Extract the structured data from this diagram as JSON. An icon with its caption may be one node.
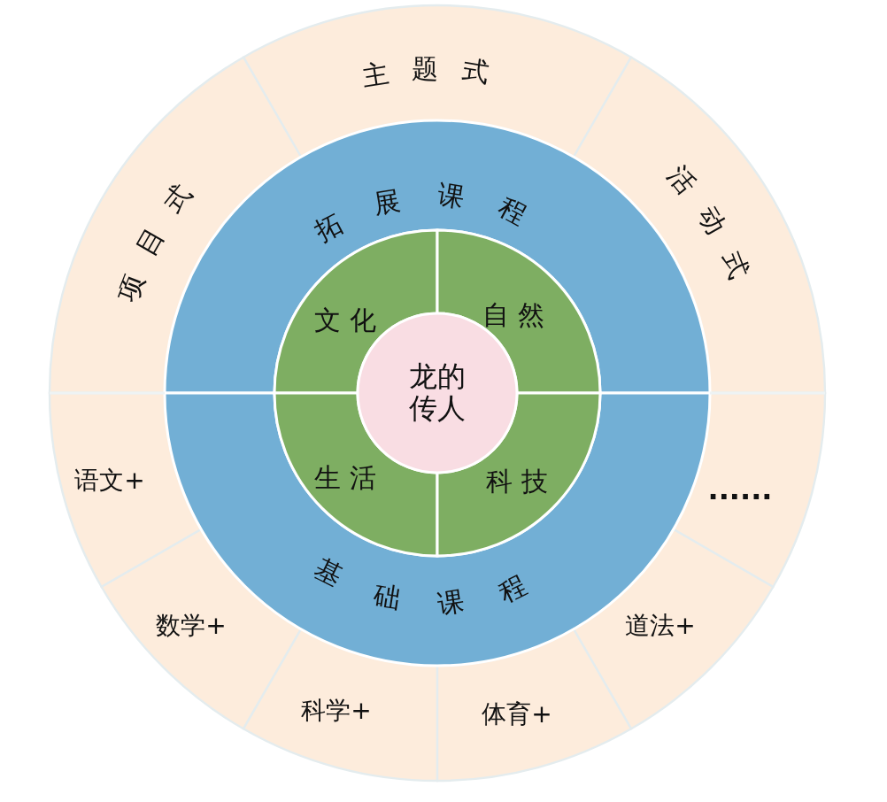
{
  "diagram": {
    "nodes": [
      {
        "text": [
          "主题式"
        ]
      },
      {
        "text": [
          "项目式"
        ]
      },
      {
        "text": [
          "活动式"
        ]
      },
      {
        "text": [
          "拓展课程"
        ]
      },
      {
        "text": [
          "文化"
        ]
      },
      {
        "text": [
          "自然"
        ]
      },
      {
        "text": [
          "龙的传人"
        ]
      },
      {
        "text": [
          "生活"
        ]
      },
      {
        "text": [
          "科技"
        ]
      },
      {
        "text": [
          "基础课程"
        ]
      },
      {
        "text": [
          "语文+"
        ]
      },
      {
        "text": [
          "......"
        ]
      },
      {
        "text": [
          "数学+"
        ]
      },
      {
        "text": [
          "道法+"
        ]
      },
      {
        "text": [
          "科学+"
        ]
      },
      {
        "text": [
          "体育+"
        ]
      }
    ]
  }
}
